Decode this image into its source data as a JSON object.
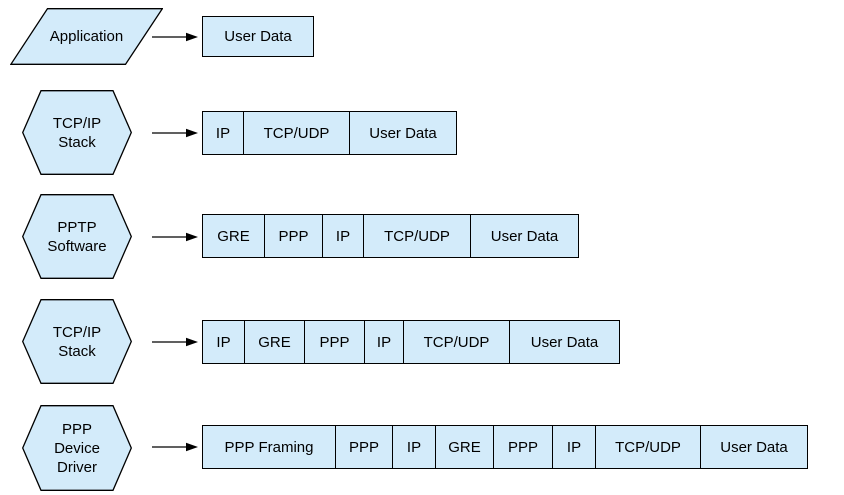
{
  "colors": {
    "background": "#ffffff",
    "shape_fill": "#d3ebfa",
    "shape_border": "#000000",
    "text": "#000000",
    "arrow": "#000000"
  },
  "rows": [
    {
      "stage": {
        "shape": "parallelogram",
        "lines": [
          "Application"
        ]
      },
      "packet": [
        "User Data"
      ]
    },
    {
      "stage": {
        "shape": "hexagon",
        "lines": [
          "TCP/IP",
          "Stack"
        ]
      },
      "packet": [
        "IP",
        "TCP/UDP",
        "User Data"
      ]
    },
    {
      "stage": {
        "shape": "hexagon",
        "lines": [
          "PPTP",
          "Software"
        ]
      },
      "packet": [
        "GRE",
        "PPP",
        "IP",
        "TCP/UDP",
        "User Data"
      ]
    },
    {
      "stage": {
        "shape": "hexagon",
        "lines": [
          "TCP/IP",
          "Stack"
        ]
      },
      "packet": [
        "IP",
        "GRE",
        "PPP",
        "IP",
        "TCP/UDP",
        "User Data"
      ]
    },
    {
      "stage": {
        "shape": "hexagon",
        "lines": [
          "PPP",
          "Device",
          "Driver"
        ]
      },
      "packet": [
        "PPP Framing",
        "PPP",
        "IP",
        "GRE",
        "PPP",
        "IP",
        "TCP/UDP",
        "User Data"
      ]
    }
  ]
}
